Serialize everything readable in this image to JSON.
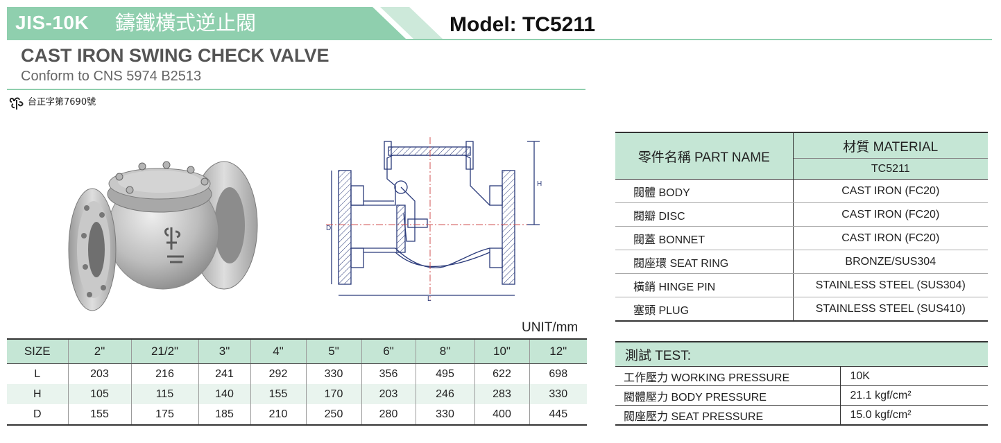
{
  "header": {
    "series": "JIS-10K",
    "series_cn": "鑄鐵橫式逆止閥",
    "model": "Model: TC5211",
    "title": "CAST IRON SWING CHECK VALVE",
    "subtitle": "Conform to CNS 5974 B2513",
    "certification": "台正字第7690號"
  },
  "drawing_labels": {
    "h": "H",
    "d": "D",
    "l": "L"
  },
  "unit": "UNIT/mm",
  "size_table": {
    "header": [
      "SIZE",
      "2\"",
      "21/2\"",
      "3\"",
      "4\"",
      "5\"",
      "6\"",
      "8\"",
      "10\"",
      "12\""
    ],
    "rows": [
      [
        "L",
        "203",
        "216",
        "241",
        "292",
        "330",
        "356",
        "495",
        "622",
        "698"
      ],
      [
        "H",
        "105",
        "115",
        "140",
        "155",
        "170",
        "203",
        "246",
        "283",
        "330"
      ],
      [
        "D",
        "155",
        "175",
        "185",
        "210",
        "250",
        "280",
        "330",
        "400",
        "445"
      ]
    ]
  },
  "materials": {
    "part_name_header": "零件名稱  PART NAME",
    "material_header": "材質  MATERIAL",
    "model_header": "TC5211",
    "rows": [
      {
        "part": "閥體 BODY",
        "material": "CAST IRON (FC20)"
      },
      {
        "part": "閥瓣 DISC",
        "material": "CAST IRON (FC20)"
      },
      {
        "part": "閥蓋 BONNET",
        "material": "CAST IRON (FC20)"
      },
      {
        "part": "閥座環 SEAT RING",
        "material": "BRONZE/SUS304"
      },
      {
        "part": "橫銷 HINGE PIN",
        "material": "STAINLESS STEEL (SUS304)"
      },
      {
        "part": "塞頭 PLUG",
        "material": "STAINLESS STEEL (SUS410)"
      }
    ]
  },
  "test": {
    "header": "測試 TEST:",
    "rows": [
      {
        "name": "工作壓力 WORKING PRESSURE",
        "value": "10K"
      },
      {
        "name": "閥體壓力 BODY PRESSURE",
        "value": "21.1 kgf/cm²"
      },
      {
        "name": "閥座壓力 SEAT PRESSURE",
        "value": "15.0 kgf/cm²"
      }
    ]
  },
  "colors": {
    "accent_green": "#8fcfae",
    "table_header_green": "#c5e6d5"
  }
}
